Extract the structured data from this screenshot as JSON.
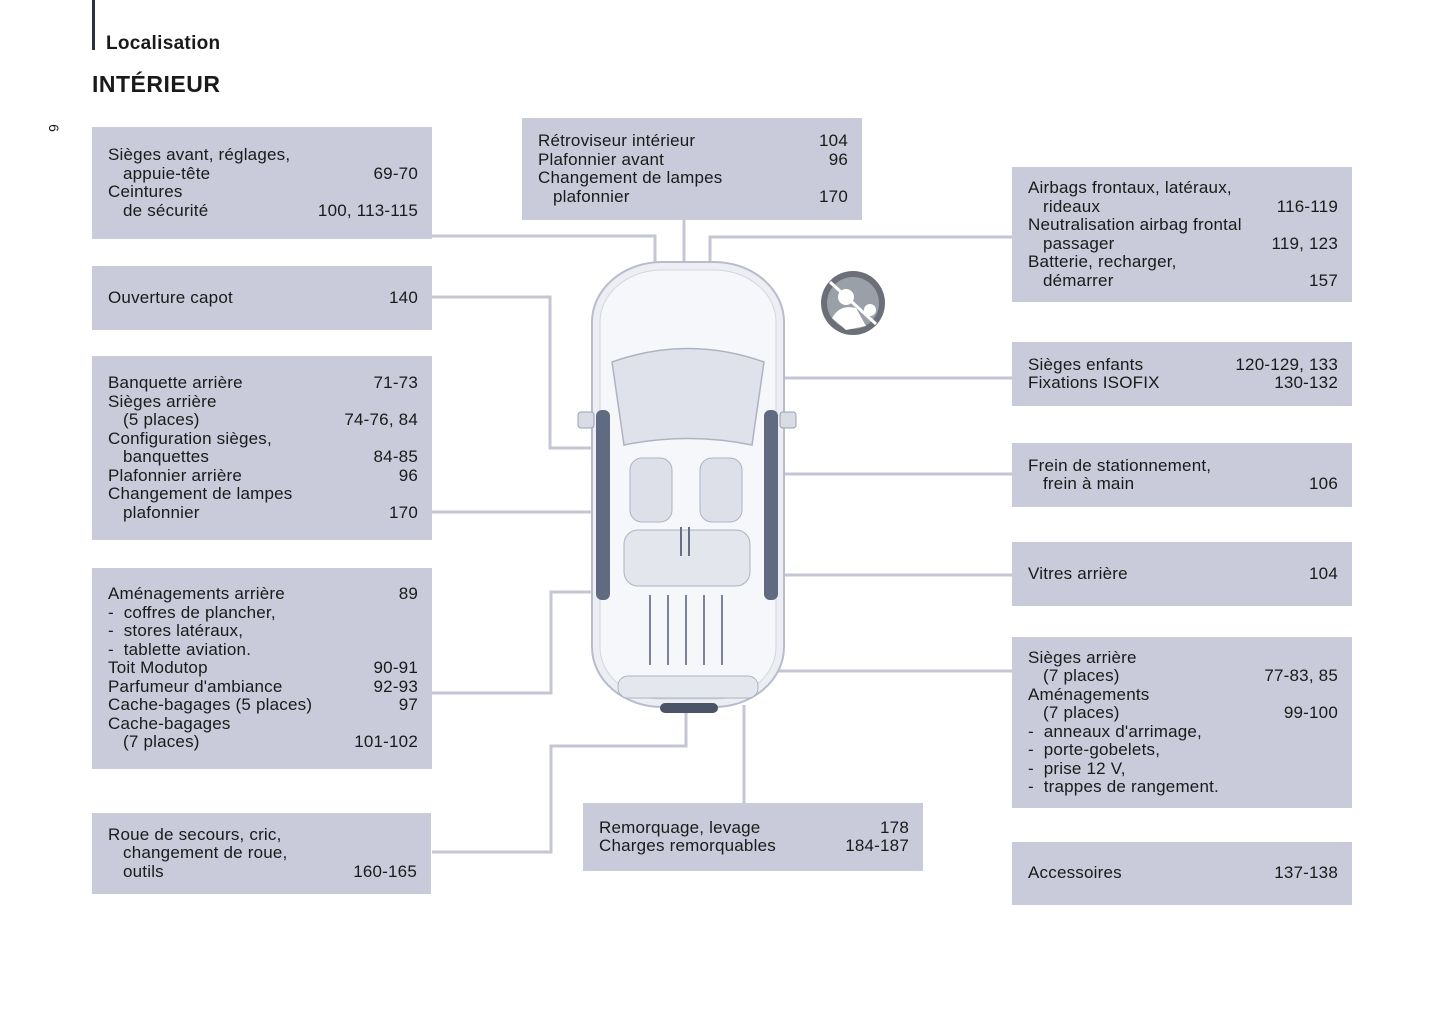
{
  "header": {
    "section": "Localisation",
    "title": "INTÉRIEUR",
    "page_number": "6"
  },
  "colors": {
    "box_bg": "#c9cbda",
    "leader": "#c4c6d4",
    "bar": "#2a3040"
  },
  "icons": {
    "airbag_warning": "airbag-off-icon",
    "vehicle": "vehicle-top-view-icon"
  },
  "boxes": {
    "sieges_avant": {
      "rows": [
        {
          "text": "Sièges avant, réglages,",
          "page": ""
        },
        {
          "text": "appuie-tête",
          "page": "69-70"
        },
        {
          "text": "Ceintures",
          "page": ""
        },
        {
          "text": "de sécurité",
          "page": "100, 113-115"
        }
      ]
    },
    "capot": {
      "rows": [
        {
          "text": "Ouverture capot",
          "page": "140"
        }
      ]
    },
    "banquette": {
      "rows": [
        {
          "text": "Banquette arrière",
          "page": "71-73"
        },
        {
          "text": "Sièges arrière",
          "page": ""
        },
        {
          "text": "(5 places)",
          "page": "74-76, 84"
        },
        {
          "text": "Configuration sièges,",
          "page": ""
        },
        {
          "text": "banquettes",
          "page": "84-85"
        },
        {
          "text": "Plafonnier arrière",
          "page": "96"
        },
        {
          "text": "Changement de lampes",
          "page": ""
        },
        {
          "text": "plafonnier",
          "page": "170"
        }
      ]
    },
    "amenagements": {
      "rows": [
        {
          "text": "Aménagements arrière",
          "page": "89"
        },
        {
          "text": "-  coffres de plancher,",
          "page": ""
        },
        {
          "text": "-  stores latéraux,",
          "page": ""
        },
        {
          "text": "-  tablette aviation.",
          "page": ""
        },
        {
          "text": "Toit Modutop",
          "page": "90-91"
        },
        {
          "text": "Parfumeur d'ambiance",
          "page": "92-93"
        },
        {
          "text": "Cache-bagages (5 places)",
          "page": "97"
        },
        {
          "text": "Cache-bagages",
          "page": ""
        },
        {
          "text": "(7 places)",
          "page": "101-102"
        }
      ]
    },
    "roue": {
      "rows": [
        {
          "text": "Roue de secours, cric,",
          "page": ""
        },
        {
          "text": "changement de roue,",
          "page": ""
        },
        {
          "text": "outils",
          "page": "160-165"
        }
      ]
    },
    "retroviseur": {
      "rows": [
        {
          "text": "Rétroviseur intérieur",
          "page": "104"
        },
        {
          "text": "Plafonnier avant",
          "page": "96"
        },
        {
          "text": "Changement de lampes",
          "page": ""
        },
        {
          "text": "plafonnier",
          "page": "170"
        }
      ]
    },
    "remorquage": {
      "rows": [
        {
          "text": "Remorquage, levage",
          "page": "178"
        },
        {
          "text": "Charges remorquables",
          "page": "184-187"
        }
      ]
    },
    "airbags": {
      "rows": [
        {
          "text": "Airbags frontaux, latéraux,",
          "page": ""
        },
        {
          "text": "rideaux",
          "page": "116-119"
        },
        {
          "text": "Neutralisation airbag frontal",
          "page": ""
        },
        {
          "text": "passager",
          "page": "119, 123"
        },
        {
          "text": "Batterie, recharger,",
          "page": ""
        },
        {
          "text": "démarrer",
          "page": "157"
        }
      ]
    },
    "sieges_enfants": {
      "rows": [
        {
          "text": "Sièges enfants",
          "page": "120-129, 133"
        },
        {
          "text": "Fixations ISOFIX",
          "page": "130-132"
        }
      ]
    },
    "frein": {
      "rows": [
        {
          "text": "Frein de stationnement,",
          "page": ""
        },
        {
          "text": "frein à main",
          "page": "106"
        }
      ]
    },
    "vitres": {
      "rows": [
        {
          "text": "Vitres arrière",
          "page": "104"
        }
      ]
    },
    "sieges_arriere7": {
      "rows": [
        {
          "text": "Sièges arrière",
          "page": ""
        },
        {
          "text": "(7 places)",
          "page": "77-83, 85"
        },
        {
          "text": "Aménagements",
          "page": ""
        },
        {
          "text": "(7 places)",
          "page": "99-100"
        },
        {
          "text": "-  anneaux d'arrimage,",
          "page": ""
        },
        {
          "text": "-  porte-gobelets,",
          "page": ""
        },
        {
          "text": "-  prise 12 V,",
          "page": ""
        },
        {
          "text": "-  trappes de rangement.",
          "page": ""
        }
      ]
    },
    "accessoires": {
      "rows": [
        {
          "text": "Accessoires",
          "page": "137-138"
        }
      ]
    }
  }
}
